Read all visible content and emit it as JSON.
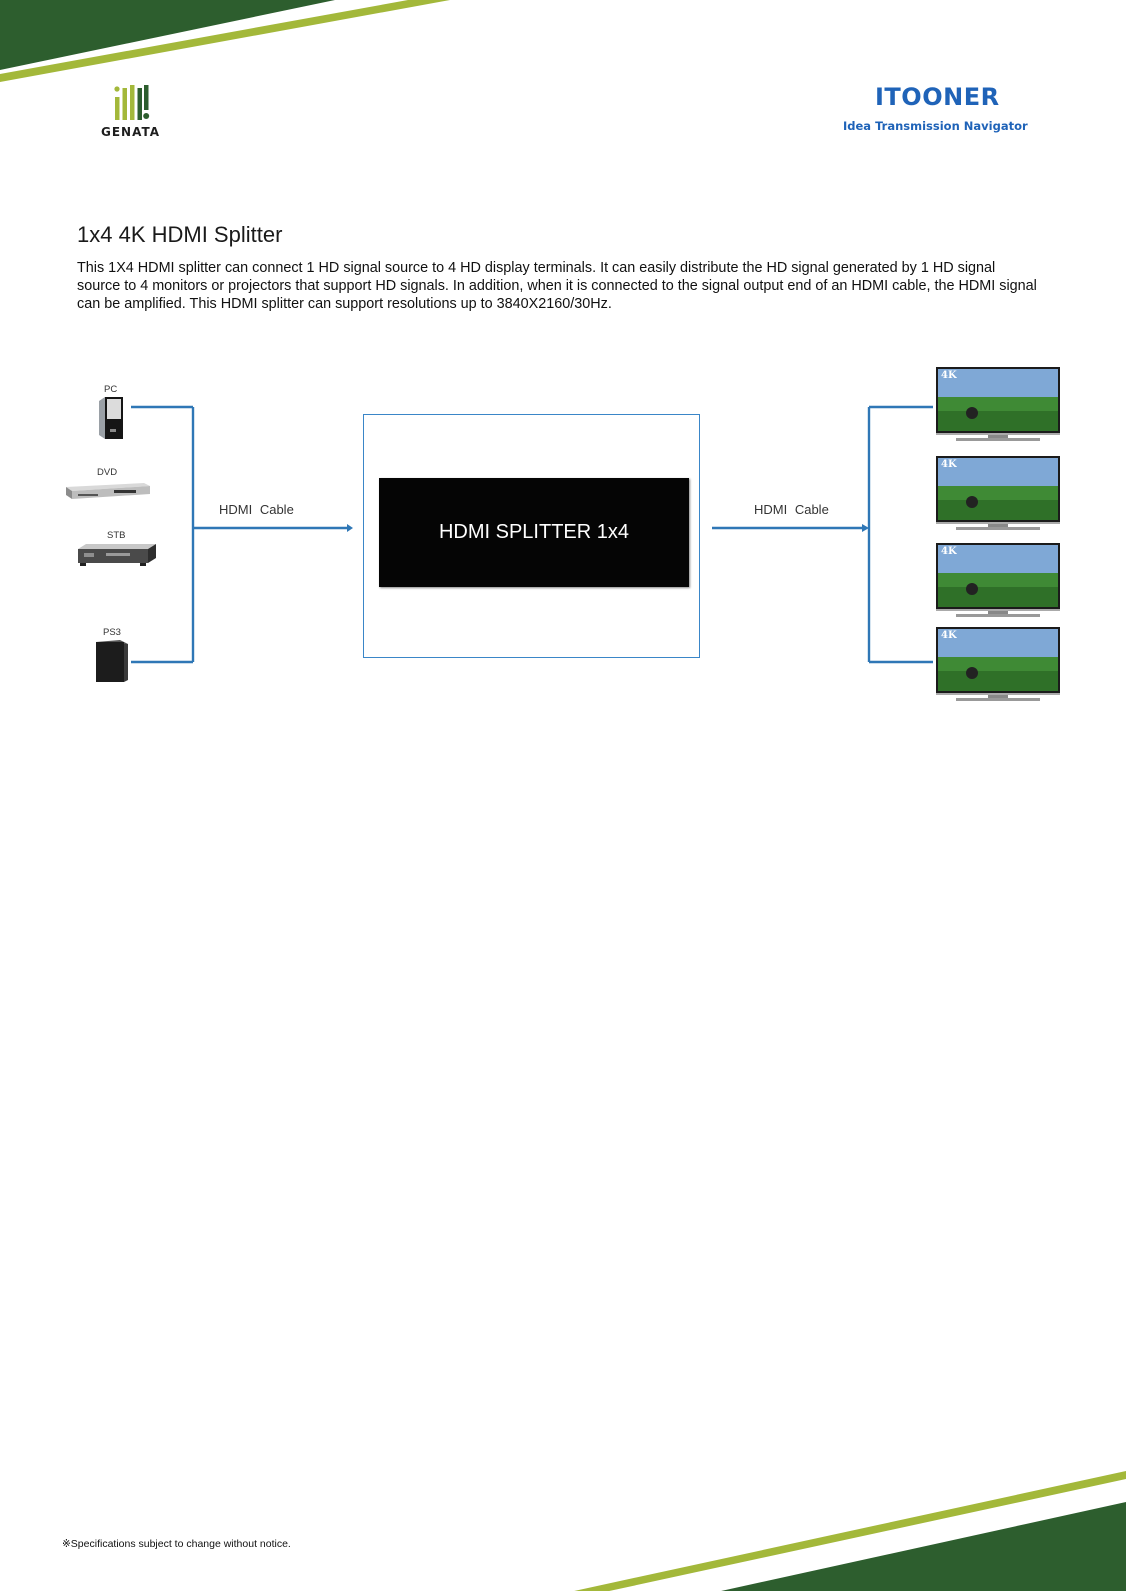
{
  "header": {
    "left_logo": {
      "name": "GENATA"
    },
    "right_logo": {
      "name": "ITOONER",
      "tagline": "Idea Transmission Navigator"
    }
  },
  "content": {
    "title": "1x4 4K HDMI Splitter",
    "description": "This 1X4 HDMI splitter can connect 1 HD signal source to 4 HD display terminals. It can easily distribute the HD signal generated by 1 HD signal source to 4 monitors or projectors that support HD signals. In addition, when it is connected to the signal output end of an HDMI cable, the HDMI signal can be amplified. This HDMI splitter can support resolutions up to 3840X2160/30Hz."
  },
  "diagram": {
    "sources": [
      "PC",
      "DVD",
      "STB",
      "PS3"
    ],
    "input_cable_label": "HDMI  Cable",
    "device_label": "HDMI SPLITTER 1x4",
    "output_cable_label": "HDMI  Cable",
    "display_badge": "4K",
    "display_count": 4
  },
  "footer": {
    "note": "※Specifications subject to change without notice."
  },
  "colors": {
    "dark_green": "#2d5e2e",
    "lime": "#a3b83a",
    "line_blue": "#2f77b6",
    "brand_blue": "#1f63b8"
  }
}
